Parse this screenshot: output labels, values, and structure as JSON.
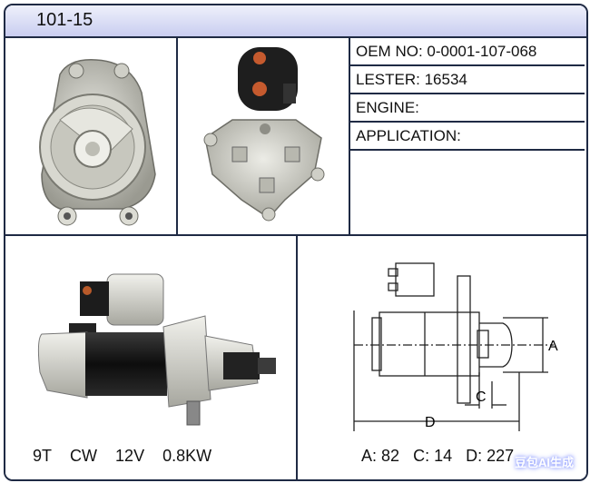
{
  "header": {
    "title": "101-15"
  },
  "specs": {
    "oem_label": "OEM NO:",
    "oem_value": "0-0001-107-068",
    "lester_label": "LESTER:",
    "lester_value": "16534",
    "engine_label": "ENGINE:",
    "engine_value": "",
    "application_label": "APPLICATION:",
    "application_value": ""
  },
  "footer_left": {
    "teeth": "9T",
    "rotation": "CW",
    "voltage": "12V",
    "power": "0.8KW"
  },
  "footer_right": {
    "a_label": "A:",
    "a_value": "82",
    "c_label": "C:",
    "c_value": "14",
    "d_label": "D:",
    "d_value": "227"
  },
  "diagram": {
    "dim_a": "A",
    "dim_c": "C",
    "dim_d": "D"
  },
  "watermark": "豆包AI生成",
  "colors": {
    "border": "#1f2a44",
    "header_top": "#eef0fb",
    "header_bottom": "#c9cdf0"
  }
}
